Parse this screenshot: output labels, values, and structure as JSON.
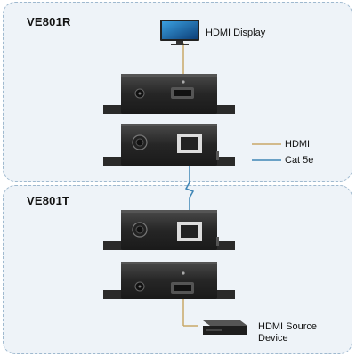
{
  "units": {
    "receiver": {
      "model": "VE801R"
    },
    "transmitter": {
      "model": "VE801T"
    }
  },
  "devices": {
    "display": {
      "label": "HDMI Display",
      "icon": "monitor-icon"
    },
    "source": {
      "label_line1": "HDMI Source",
      "label_line2": "Device",
      "icon": "hdmi-source-box-icon"
    }
  },
  "legend": {
    "items": [
      {
        "label": "HDMI",
        "color": "#c9a868"
      },
      {
        "label": "Cat 5e",
        "color": "#3f86b6"
      }
    ]
  },
  "colors": {
    "panel_fill": "#eef3f8",
    "panel_border": "#9fb9cf",
    "device_body": "#2b2b2b"
  }
}
